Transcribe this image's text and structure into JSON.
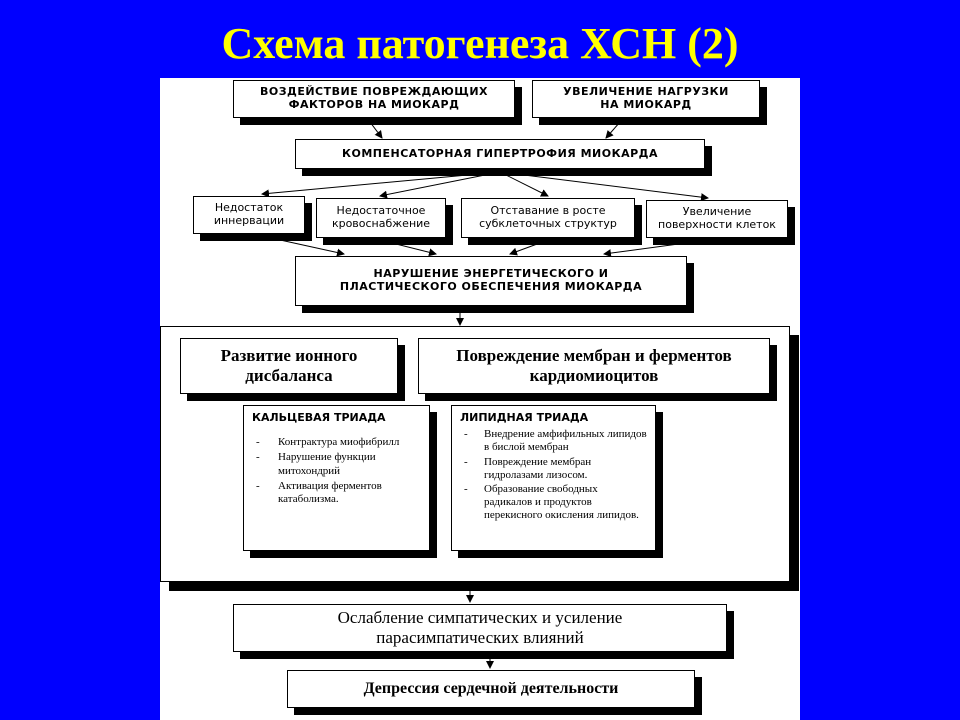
{
  "title": "Схема патогенеза ХСН (2)",
  "boxes": {
    "damage_factors": "ВОЗДЕЙСТВИЕ ПОВРЕЖДАЮЩИХ ФАКТОРОВ НА МИОКАРД",
    "load_increase": "УВЕЛИЧЕНИЕ НАГРУЗКИ НА МИОКАРД",
    "compensatory_hypertrophy": "КОМПЕНСАТОРНАЯ ГИПЕРТРОФИЯ МИОКАРДА",
    "innervation_deficit": "Недостаток иннервации",
    "blood_supply_deficit": "Недостаточное кровоснабжение",
    "subcellular_lag": "Отставание в росте субклеточных структур",
    "cell_surface_increase": "Увеличение поверхности клеток",
    "energy_disorder": "НАРУШЕНИЕ ЭНЕРГЕТИЧЕСКОГО И ПЛАСТИЧЕСКОГО ОБЕСПЕЧЕНИЯ МИОКАРДА",
    "ion_imbalance": "Развитие ионного дисбаланса",
    "membrane_damage": "Повреждение мембран и ферментов кардиомиоцитов",
    "sympathetic": "Ослабление симпатических и усиление парасимпатических влияний",
    "depression": "Депрессия сердечной деятельности"
  },
  "calcium_triad": {
    "title": "КАЛЬЦЕВАЯ ТРИАДА",
    "items": [
      "Контрактура миофибрилл",
      "Нарушение функции митохондрий",
      "Активация ферментов катаболизма."
    ]
  },
  "lipid_triad": {
    "title": "ЛИПИДНАЯ ТРИАДА",
    "items": [
      "Внедрение амфифильных липидов в бислой мембран",
      "Повреждение мембран гидролазами лизосом.",
      "Образование свободных радикалов и продуктов перекисного окисления липидов."
    ]
  }
}
